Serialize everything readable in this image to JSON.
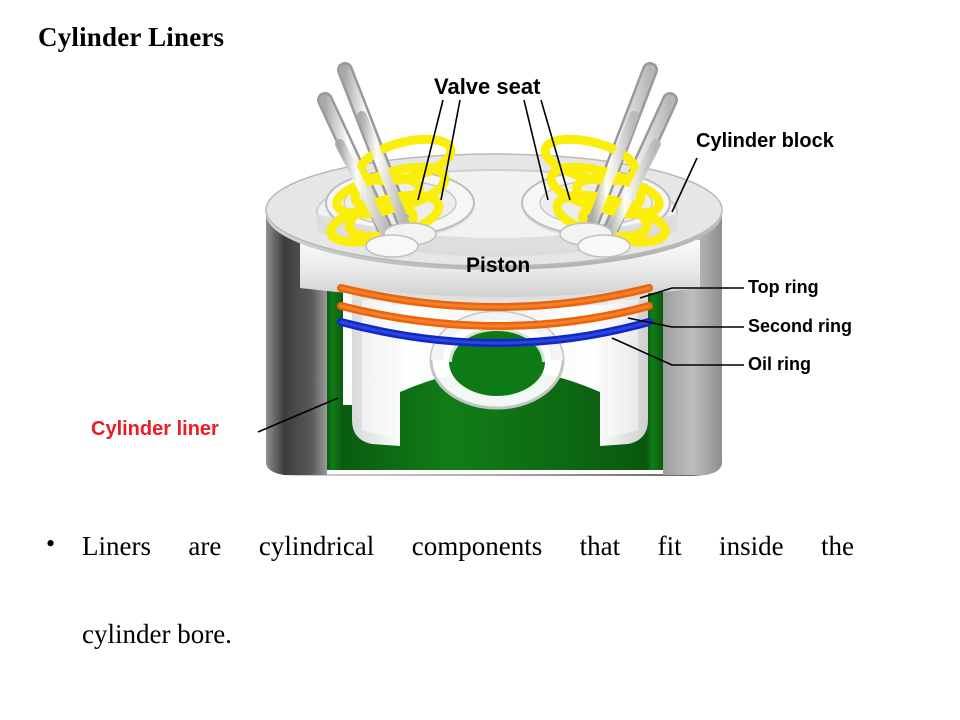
{
  "slide": {
    "title": "Cylinder Liners",
    "background_color": "#FFFFFF"
  },
  "diagram": {
    "name": "engine-cylinder-cutaway",
    "labels": {
      "valve_seat": "Valve seat",
      "cylinder_block": "Cylinder block",
      "piston": "Piston",
      "top_ring": "Top ring",
      "second_ring": "Second ring",
      "oil_ring": "Oil ring",
      "cylinder_liner": "Cylinder liner"
    },
    "colors": {
      "liner_green": "#0E7A16",
      "liner_green_dark": "#0A5C10",
      "ring_orange": "#E8650D",
      "ring_blue": "#1028C8",
      "spring_yellow": "#FBEE0A",
      "block_gray_light": "#C9C9C9",
      "block_gray_mid": "#A8A8A8",
      "block_gray_dark": "#6E6E6E",
      "piston_white": "#FAFAFA",
      "label_red": "#ED1C24",
      "leader_line": "#000000"
    }
  },
  "body": {
    "bullet_marker": "•",
    "line1": "Liners are cylindrical components that fit inside the",
    "line2": "cylinder bore."
  }
}
